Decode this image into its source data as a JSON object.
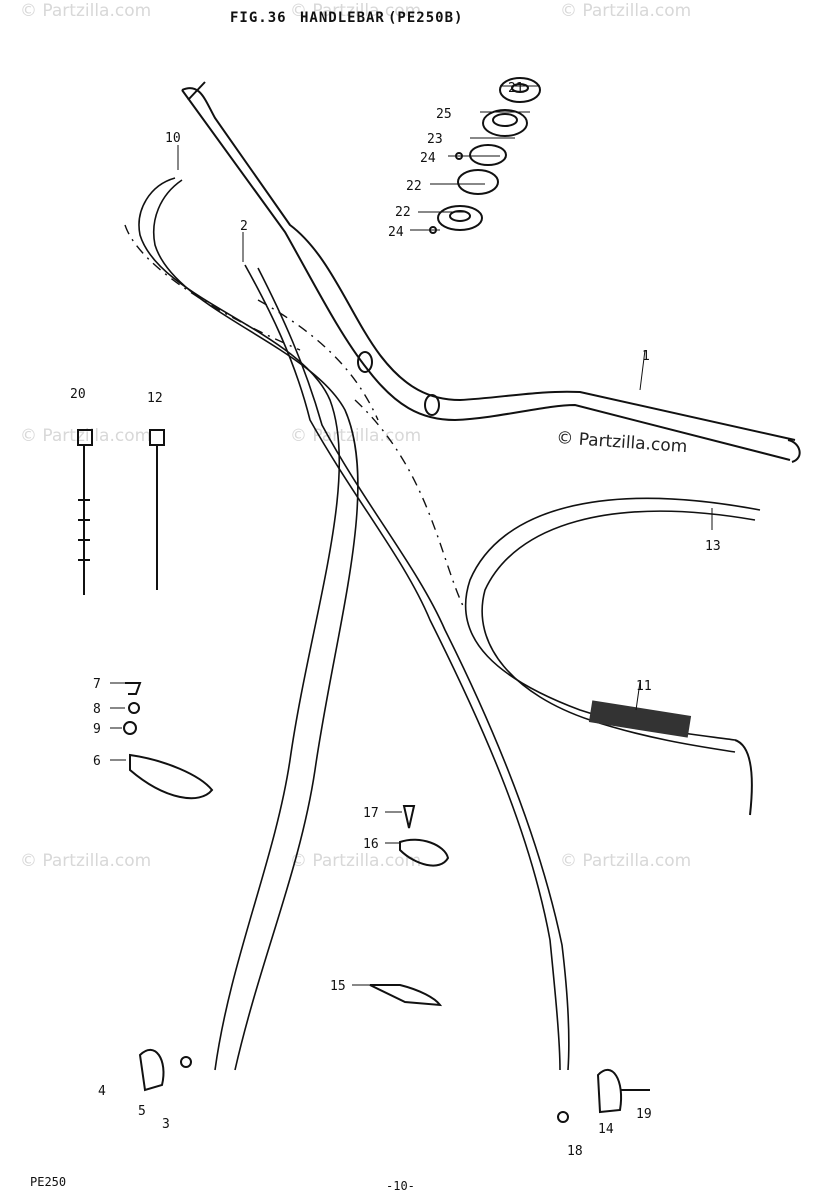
{
  "header": {
    "figure": "FIG.36",
    "title": "HANDLEBAR",
    "model": "(PE250B)"
  },
  "footer": {
    "model": "PE250",
    "page": "-10-"
  },
  "watermarks": {
    "corner": "© Partzilla.com",
    "main": "© Partzilla.com"
  },
  "parts": {
    "p1": "1",
    "p2": "2",
    "p3": "3",
    "p4": "4",
    "p5": "5",
    "p6": "6",
    "p7": "7",
    "p8": "8",
    "p9": "9",
    "p10": "10",
    "p11": "11",
    "p12": "12",
    "p13": "13",
    "p14": "14",
    "p15": "15",
    "p16": "16",
    "p17": "17",
    "p18": "18",
    "p19": "19",
    "p20": "20",
    "p21": "21",
    "p22a": "22",
    "p22b": "22",
    "p23": "23",
    "p24a": "24",
    "p24b": "24",
    "p25": "25"
  },
  "colors": {
    "ink": "#111111",
    "watermark": "#d8d8d8",
    "background": "#ffffff"
  }
}
